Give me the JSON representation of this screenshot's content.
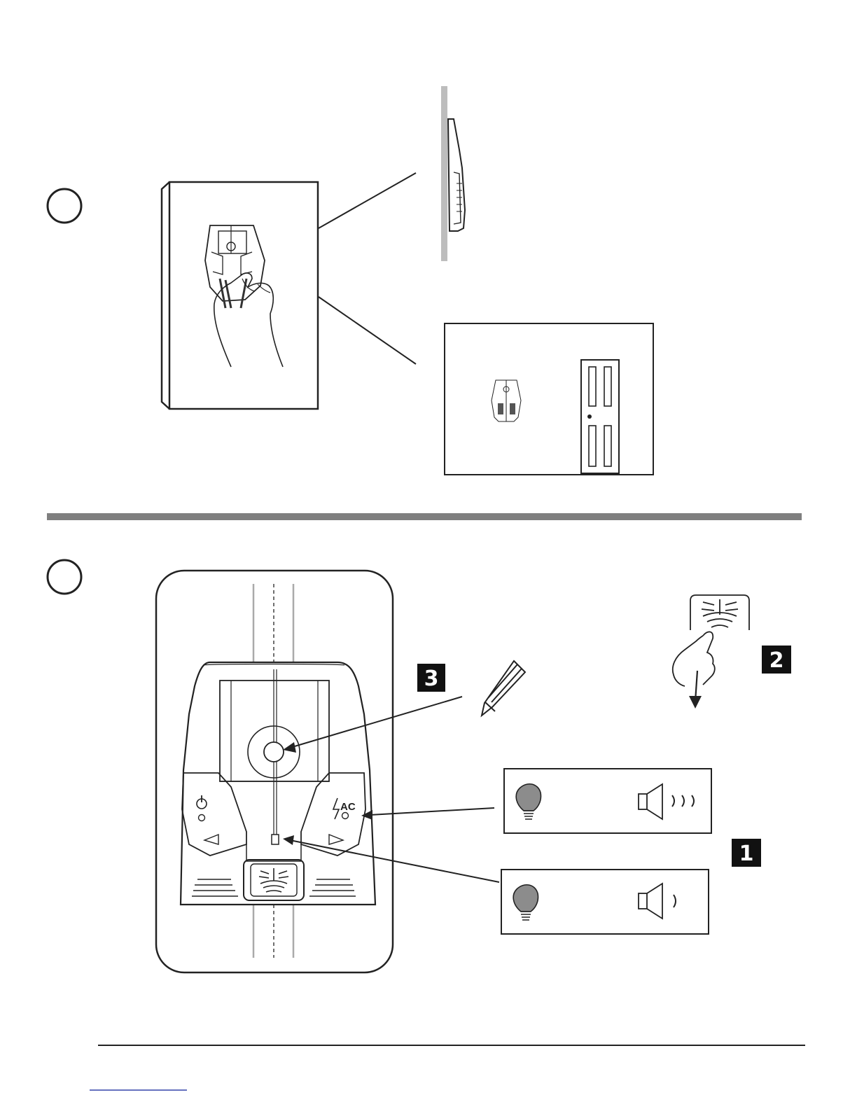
{
  "colors": {
    "ink": "#222222",
    "divider": "#7f7f7f",
    "wall_gray": "#bdbdbd",
    "bulb_gray": "#8c8c8c",
    "badge_bg": "#111111",
    "badge_text": "#ffffff"
  },
  "section_1": {
    "section_marker_icon": "empty-circle-icon",
    "hand_holding_scanner_icon": "hand-on-scanner-icon",
    "side_view_icon": "scanner-flat-against-wall-icon",
    "wall_view_icon": "scanner-on-wall-beside-door-icon"
  },
  "section_2": {
    "section_marker_icon": "empty-circle-icon",
    "steps": [
      {
        "number": "1",
        "meaning": "scanner-lights-and-beeps"
      },
      {
        "number": "2",
        "meaning": "press-button-and-slide-down"
      },
      {
        "number": "3",
        "meaning": "mark-center-with-pencil"
      }
    ],
    "scanner_labels": {
      "ac": "AC"
    },
    "indicators": [
      {
        "light": "bulb-icon",
        "sound": "speaker-icon",
        "sound_waves": 3
      },
      {
        "light": "bulb-icon",
        "sound": "speaker-icon",
        "sound_waves": 1
      }
    ]
  }
}
